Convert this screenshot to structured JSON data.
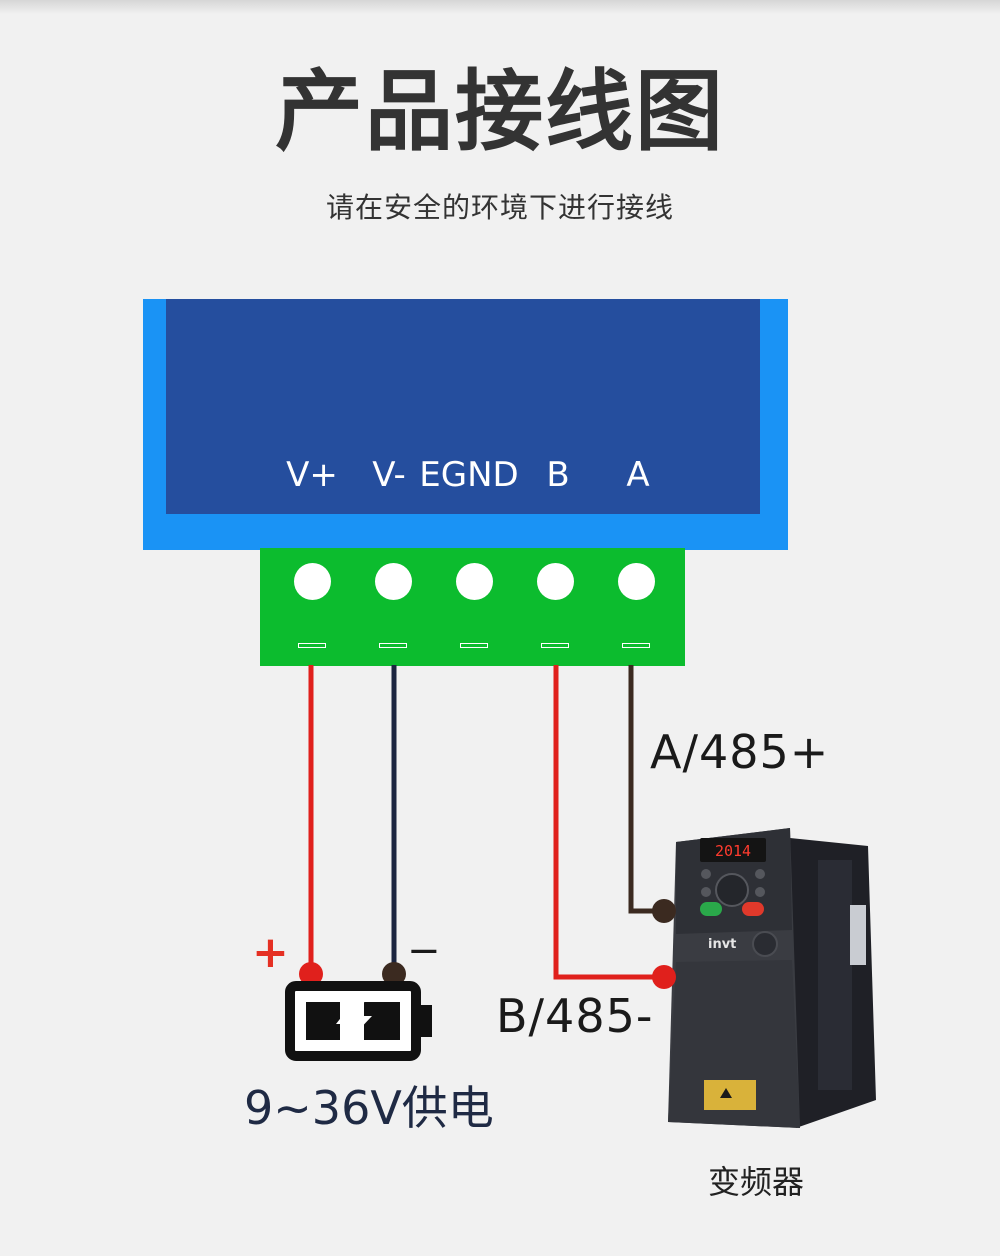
{
  "header": {
    "title": "产品接线图",
    "subtitle": "请在安全的环境下进行接线"
  },
  "module": {
    "pins": [
      "V+",
      "V-",
      "EGND",
      "B",
      "A"
    ]
  },
  "wiring": {
    "a_label": "A/485+",
    "b_label": "B/485-"
  },
  "power": {
    "label": "9~36V供电",
    "plus": "+",
    "minus": "−"
  },
  "inverter": {
    "display": "2014",
    "brand": "invt",
    "label": "变频器"
  },
  "colors": {
    "background": "#f1f1f1",
    "module_outer": "#1a93f5",
    "module_inner": "#254e9e",
    "terminal": "#0cbc2e",
    "wire_red": "#e0201c",
    "wire_navy": "#1c2540",
    "wire_brown": "#3b2a20"
  },
  "icons": [
    "battery-charging-icon"
  ]
}
